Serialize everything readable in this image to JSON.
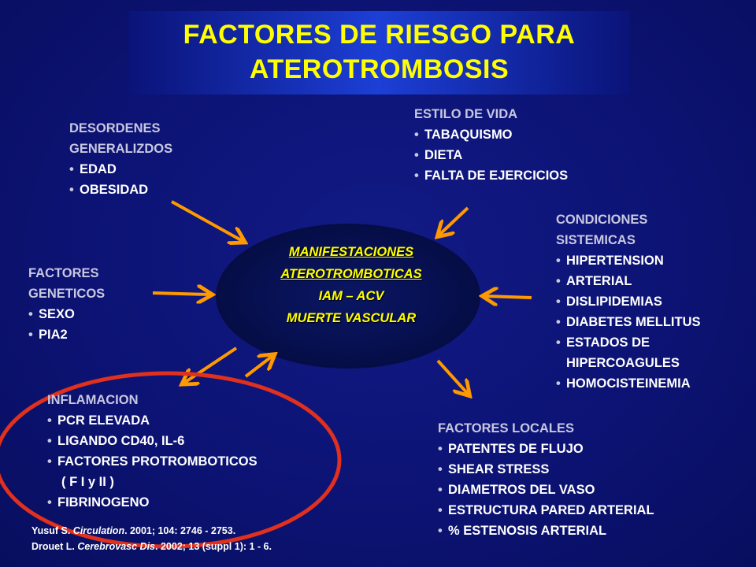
{
  "title": {
    "line1": "FACTORES DE RIESGO PARA",
    "line2": "ATEROTROMBOSIS"
  },
  "center": {
    "line1": "MANIFESTACIONES",
    "line2": "ATEROTROMBOTICAS",
    "line3": "IAM – ACV",
    "line4": "MUERTE VASCULAR"
  },
  "desordenes": {
    "head1": "DESORDENES",
    "head2": "GENERALIZDOS",
    "items": [
      "EDAD",
      "OBESIDAD"
    ]
  },
  "estilo": {
    "head": "ESTILO DE VIDA",
    "items": [
      "TABAQUISMO",
      "DIETA",
      "FALTA DE EJERCICIOS"
    ]
  },
  "condiciones": {
    "head1": "CONDICIONES",
    "head2": "SISTEMICAS",
    "items": [
      "HIPERTENSION",
      "ARTERIAL",
      "DISLIPIDEMIAS",
      "DIABETES MELLITUS",
      "ESTADOS DE",
      "HIPERCOAGULES",
      "HOMOCISTEINEMIA"
    ],
    "continuation": "HIPERCOAGULES"
  },
  "geneticos": {
    "head1": "FACTORES",
    "head2": "GENETICOS",
    "items": [
      "SEXO",
      "PIA2"
    ]
  },
  "inflamacion": {
    "head": "INFLAMACION",
    "items": [
      "PCR ELEVADA",
      "LIGANDO CD40, IL-6",
      "FACTORES PROTROMBOTICOS",
      "FIBRINOGENO"
    ],
    "continuation": "( F I  y II )"
  },
  "locales": {
    "head": "FACTORES LOCALES",
    "items": [
      "PATENTES DE FLUJO",
      "SHEAR STRESS",
      "DIAMETROS DEL VASO",
      "ESTRUCTURA PARED ARTERIAL",
      "% ESTENOSIS ARTERIAL"
    ]
  },
  "references": {
    "ref1_author": "Yusuf S. ",
    "ref1_journal": "Circulation",
    "ref1_rest": ". 2001; 104: 2746 - 2753.",
    "ref2_author": "Drouet L. ",
    "ref2_journal": "Cerebrovasc Dis",
    "ref2_rest": ". 2002; 13 (suppl 1): 1 - 6."
  },
  "bullet": "•",
  "colors": {
    "background": "#0b1170",
    "title_band": "#1c3fd6",
    "title_text": "#ffff00",
    "heading_text": "#c8c8e0",
    "item_text": "#ffffff",
    "arrow": "#ff9900",
    "highlight_circle": "#e0301e",
    "ellipse": "#071050"
  }
}
